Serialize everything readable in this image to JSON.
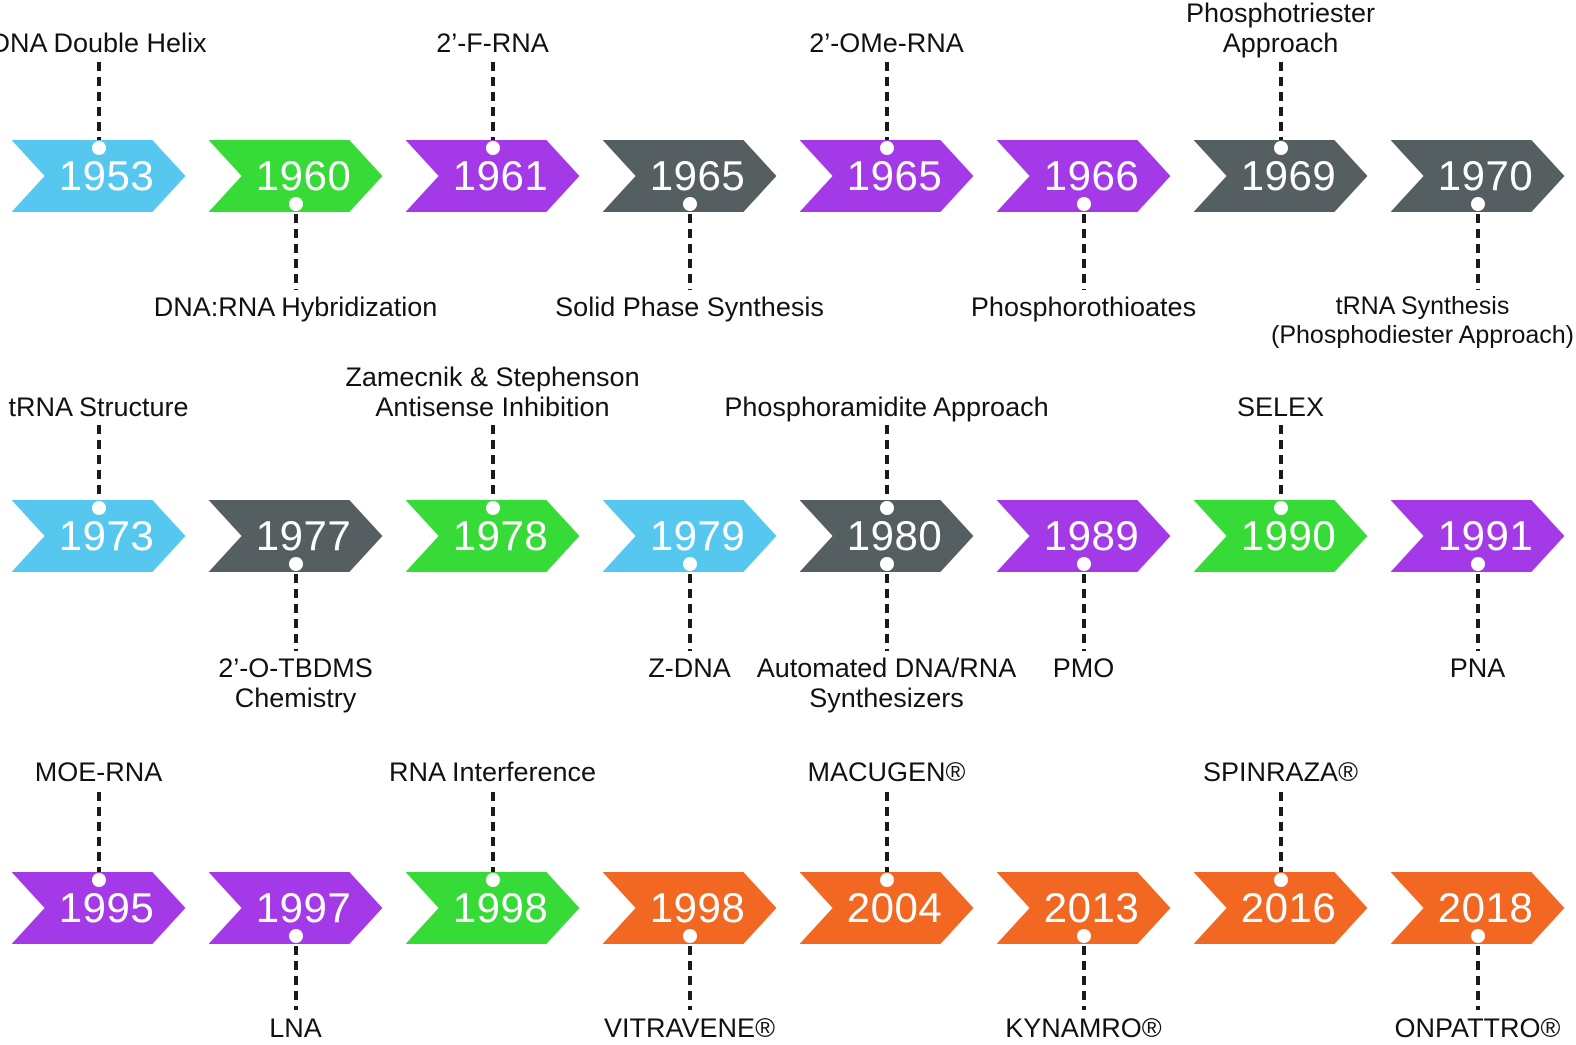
{
  "figure": {
    "description": "Timeline of nucleic acid chemistry milestones",
    "background": "#ffffff"
  },
  "colors": {
    "cyan": "#56C8F0",
    "green": "#37DB37",
    "purple": "#A439E8",
    "gray": "#555E61",
    "orange": "#F26721",
    "label": "#111111",
    "connector": "#1a1a1a",
    "dot": "#ffffff",
    "year_text": "#ffffff"
  },
  "rows": [
    {
      "items": [
        {
          "year": "1953",
          "color": "cyan",
          "label_above": [
            "DNA Double Helix"
          ]
        },
        {
          "year": "1960",
          "color": "green",
          "label_below": [
            "DNA:RNA Hybridization"
          ]
        },
        {
          "year": "1961",
          "color": "purple",
          "label_above": [
            "2’-F-RNA"
          ]
        },
        {
          "year": "1965",
          "color": "gray",
          "label_below": [
            "Solid Phase Synthesis"
          ]
        },
        {
          "year": "1965",
          "color": "purple",
          "label_above": [
            "2’-OMe-RNA"
          ]
        },
        {
          "year": "1966",
          "color": "purple",
          "label_below": [
            "Phosphorothioates"
          ]
        },
        {
          "year": "1969",
          "color": "gray",
          "label_above": [
            "Phosphotriester",
            "Approach"
          ]
        },
        {
          "year": "1970",
          "color": "gray",
          "label_below": [
            "tRNA Synthesis",
            "(Phosphodiester Approach)"
          ]
        }
      ]
    },
    {
      "items": [
        {
          "year": "1973",
          "color": "cyan",
          "label_above": [
            "tRNA Structure"
          ]
        },
        {
          "year": "1977",
          "color": "gray",
          "label_below": [
            "2’-O-TBDMS",
            "Chemistry"
          ]
        },
        {
          "year": "1978",
          "color": "green",
          "label_above": [
            "Zamecnik & Stephenson",
            "Antisense Inhibition"
          ]
        },
        {
          "year": "1979",
          "color": "cyan",
          "label_below": [
            "Z-DNA"
          ]
        },
        {
          "year": "1980",
          "color": "gray",
          "label_above": [
            "Phosphoramidite Approach"
          ],
          "label_below": [
            "Automated DNA/RNA",
            "Synthesizers"
          ]
        },
        {
          "year": "1989",
          "color": "purple",
          "label_below": [
            "PMO"
          ]
        },
        {
          "year": "1990",
          "color": "green",
          "label_above": [
            "SELEX"
          ]
        },
        {
          "year": "1991",
          "color": "purple",
          "label_below": [
            "PNA"
          ]
        }
      ]
    },
    {
      "items": [
        {
          "year": "1995",
          "color": "purple",
          "label_above": [
            "MOE-RNA"
          ]
        },
        {
          "year": "1997",
          "color": "purple",
          "label_below": [
            "LNA"
          ]
        },
        {
          "year": "1998",
          "color": "green",
          "label_above": [
            "RNA Interference"
          ]
        },
        {
          "year": "1998",
          "color": "orange",
          "label_below": [
            "VITRAVENE®"
          ]
        },
        {
          "year": "2004",
          "color": "orange",
          "label_above": [
            "MACUGEN®"
          ]
        },
        {
          "year": "2013",
          "color": "orange",
          "label_below": [
            "KYNAMRO®"
          ]
        },
        {
          "year": "2016",
          "color": "orange",
          "label_above": [
            "SPINRAZA®"
          ]
        },
        {
          "year": "2018",
          "color": "orange",
          "label_below": [
            "ONPATTRO®"
          ]
        }
      ]
    }
  ]
}
